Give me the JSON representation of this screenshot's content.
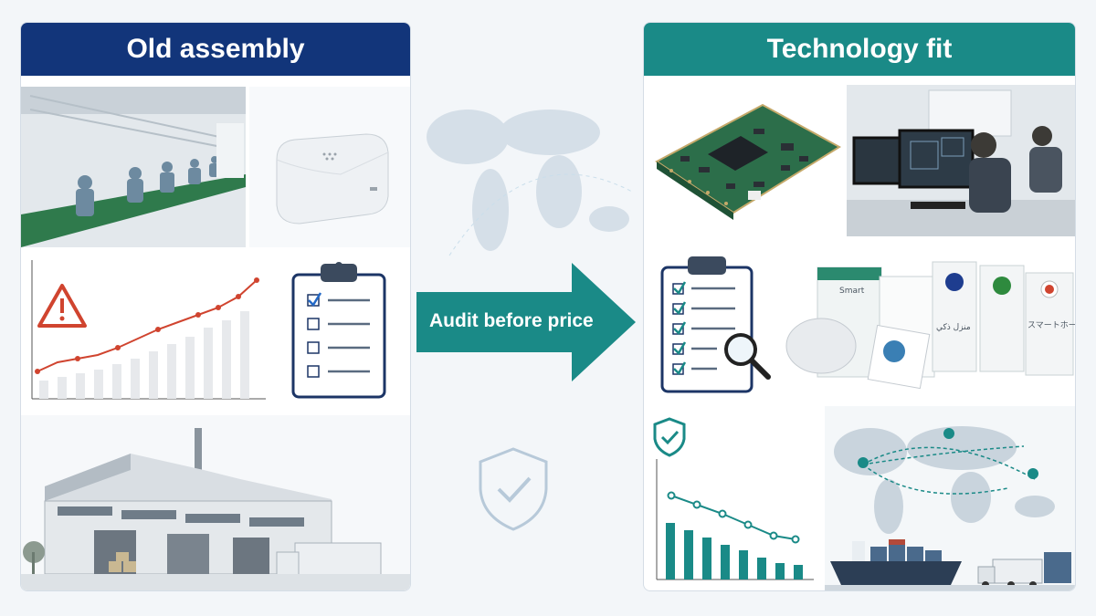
{
  "left_panel": {
    "title": "Old assembly",
    "color": "#12357a",
    "images": [
      "assembly-line-photo",
      "smart-hub-device",
      "cost-increase-chart",
      "checklist-clipboard",
      "old-factory-with-truck"
    ]
  },
  "right_panel": {
    "title": "Technology fit",
    "color": "#1a8a87",
    "images": [
      "circuit-board-module",
      "engineers-at-workstations",
      "audit-checklist-with-magnifier",
      "certified-smart-speaker-packaging",
      "cost-decrease-chart",
      "global-shipping-map",
      "cargo-ship-and-truck"
    ]
  },
  "center": {
    "arrow_label": "Audit before price",
    "arrow_color": "#1a8a87",
    "icons": [
      "world-map-icon",
      "shield-check-icon"
    ]
  },
  "packaging_labels": [
    "Smart",
    "منزل ذكي",
    "スマートホーム"
  ]
}
